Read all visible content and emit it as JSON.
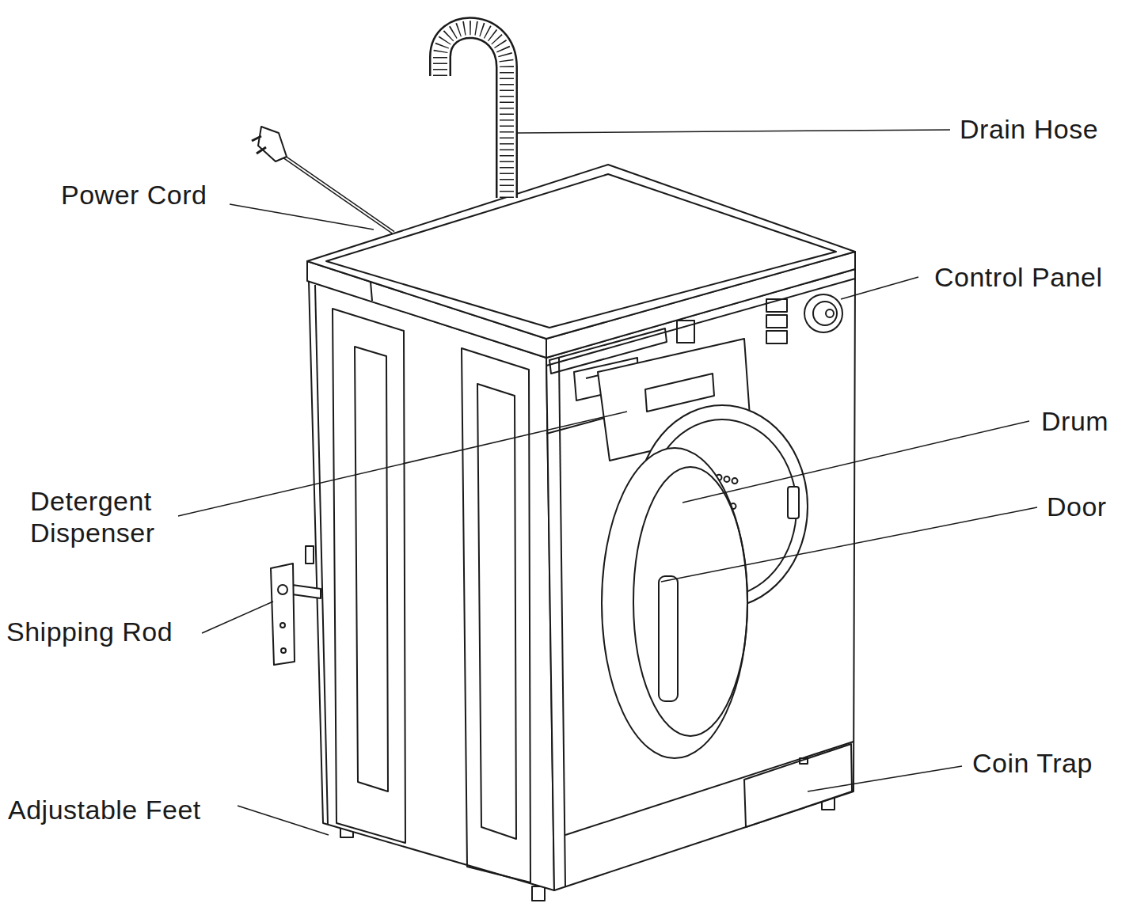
{
  "diagram": {
    "labels": [
      "Drain Hose",
      "Power Cord",
      "Control Panel",
      "Drum",
      "Detergent Dispenser",
      "Door",
      "Shipping Rod",
      "Coin Trap",
      "Adjustable Feet"
    ]
  }
}
